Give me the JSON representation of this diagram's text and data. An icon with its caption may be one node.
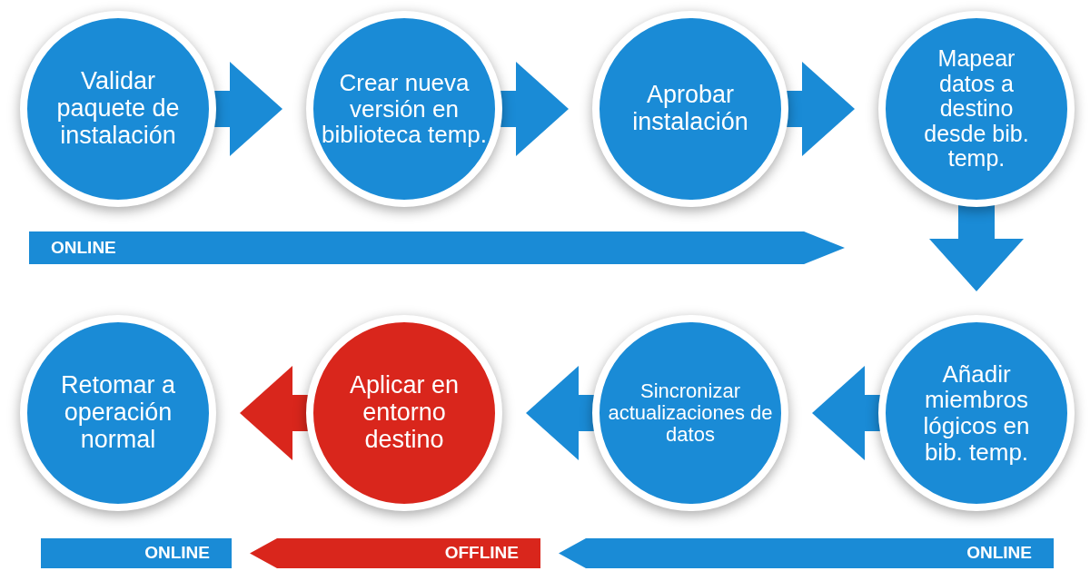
{
  "diagram": {
    "nodes": [
      {
        "text": [
          "Validar paquete de instalación"
        ]
      },
      {
        "text": [
          "Crear nueva versión en biblioteca temp."
        ]
      },
      {
        "text": [
          "Aprobar instalación"
        ]
      },
      {
        "text": [
          "Mapear datos a destino desde bib. temp."
        ]
      },
      {
        "text": [
          "ONLINE"
        ]
      },
      {
        "text": [
          "Retomar a operación normal"
        ]
      },
      {
        "text": [
          "Aplicar en entorno destino"
        ]
      },
      {
        "text": [
          "Sincronizar actualizaciones de datos"
        ]
      },
      {
        "text": [
          "Añadir miembros lógicos en bib. temp."
        ]
      },
      {
        "text": [
          "ONLINE"
        ]
      },
      {
        "text": [
          "OFFLINE"
        ]
      },
      {
        "text": [
          "ONLINE"
        ]
      }
    ],
    "edges": [
      {
        "from": 0,
        "to": 1,
        "arrow": "to"
      },
      {
        "from": 1,
        "to": 2,
        "arrow": "to"
      },
      {
        "from": 2,
        "to": 3,
        "arrow": "to"
      },
      {
        "from": 3,
        "to": 8,
        "arrow": "to"
      },
      {
        "from": 8,
        "to": 7,
        "arrow": "to"
      },
      {
        "from": 7,
        "to": 6,
        "arrow": "to"
      },
      {
        "from": 6,
        "to": 5,
        "arrow": "to",
        "color": "#d9261c"
      }
    ]
  }
}
